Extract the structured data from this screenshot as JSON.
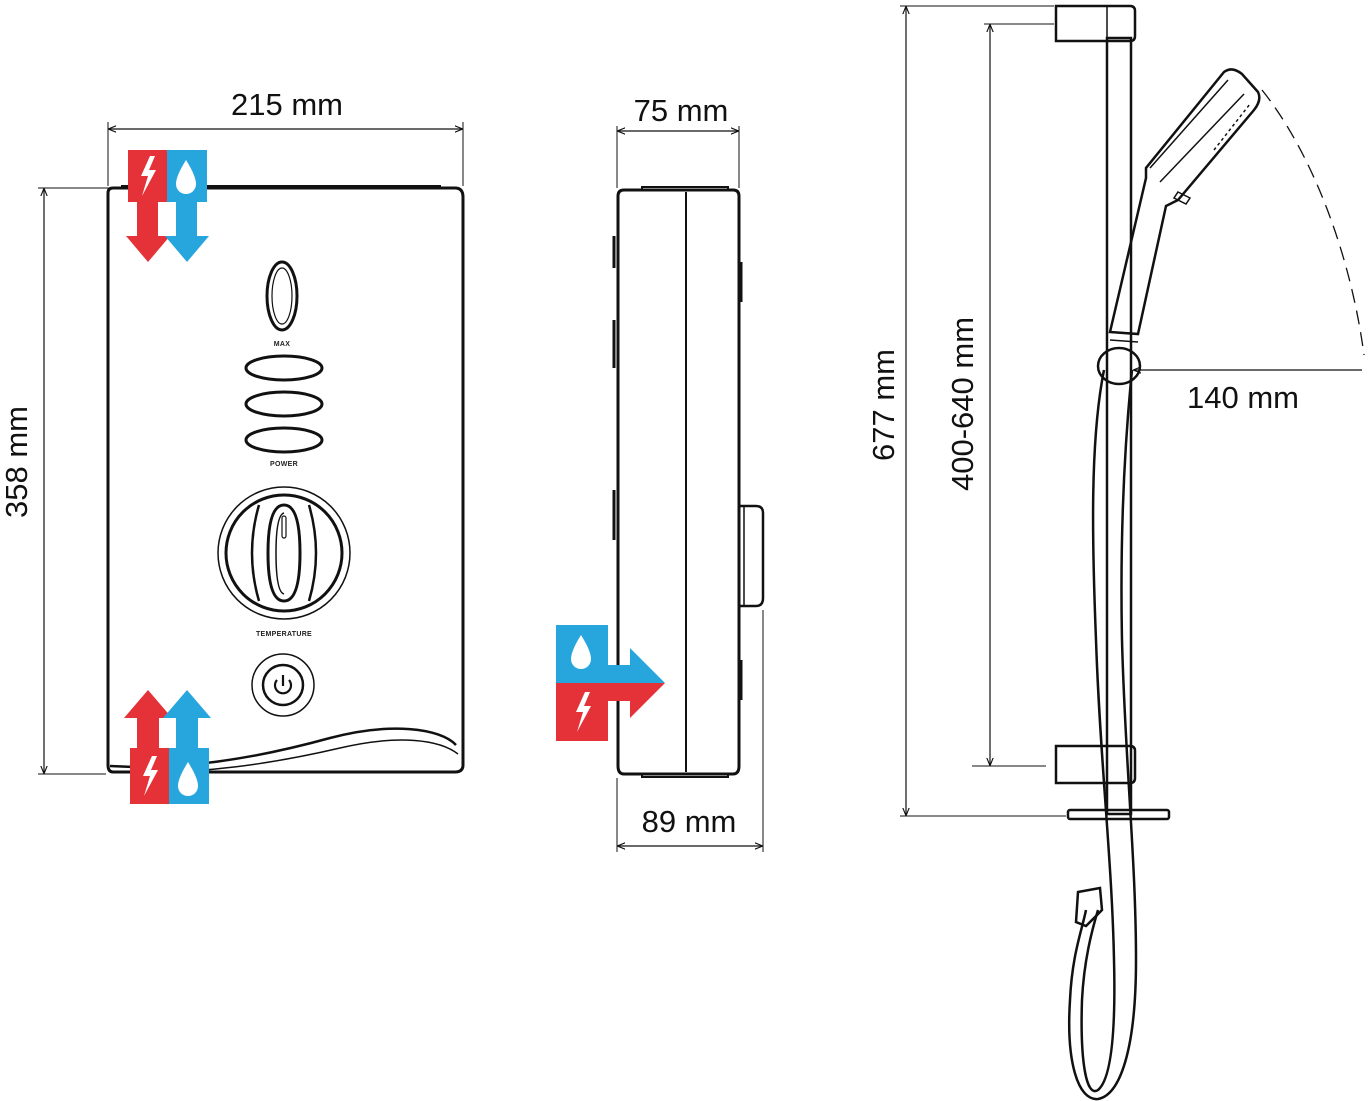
{
  "colors": {
    "hot": "#e53238",
    "cold": "#27a6de",
    "line": "#111111",
    "background": "#ffffff"
  },
  "front_view": {
    "width_label": "215 mm",
    "height_label": "358 mm",
    "max_label": "MAX",
    "power_label": "POWER",
    "temperature_label": "TEMPERATURE",
    "icons": [
      "electric-bolt-icon",
      "water-drop-icon",
      "down-arrow-icon",
      "up-arrow-icon",
      "power-icon"
    ]
  },
  "side_view": {
    "depth_label": "75 mm",
    "overall_depth_label": "89 mm",
    "icons": [
      "water-drop-icon",
      "electric-bolt-icon",
      "right-arrow-icon"
    ]
  },
  "riser_view": {
    "total_height_label": "677 mm",
    "adjustable_label": "400-640 mm",
    "reach_label": "140 mm"
  }
}
